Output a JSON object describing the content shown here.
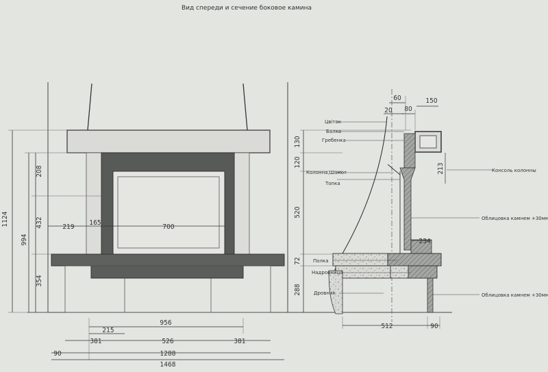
{
  "title": "Вид спереди и сечение боковое камина",
  "front_view": {
    "horizontal_dims": {
      "d219": "219",
      "d165": "165",
      "d700": "700",
      "d956": "956",
      "d215": "215",
      "d381a": "381",
      "d526": "526",
      "d381b": "381",
      "d90": "90",
      "d1288": "1288",
      "d1468": "1468"
    },
    "vertical_dims": {
      "d1124": "1124",
      "d994": "994",
      "d208": "208",
      "d432": "432",
      "d354": "354",
      "d130": "130",
      "d120": "120",
      "d520": "520",
      "d72": "72",
      "d288": "288"
    }
  },
  "side_section": {
    "dims": {
      "d60": "60",
      "d20": "20",
      "d80": "80",
      "d150": "150",
      "d213": "213",
      "d234": "234",
      "d512": "512",
      "d90": "90"
    },
    "labels": {
      "cvetok": "Цвіток",
      "balka": "Балка",
      "grebenka": "Гребенка",
      "kolonna_shamot": "Колонна,Шамот",
      "topka": "Топка",
      "konsol": "Консоль колонны",
      "oblicovka1": "Облицовка камнем +30мм",
      "polka": "Полка",
      "nadrovnica": "Надровница",
      "drovnik": "Дровник",
      "oblicovka2": "Облицовка камнем +30мм"
    }
  }
}
